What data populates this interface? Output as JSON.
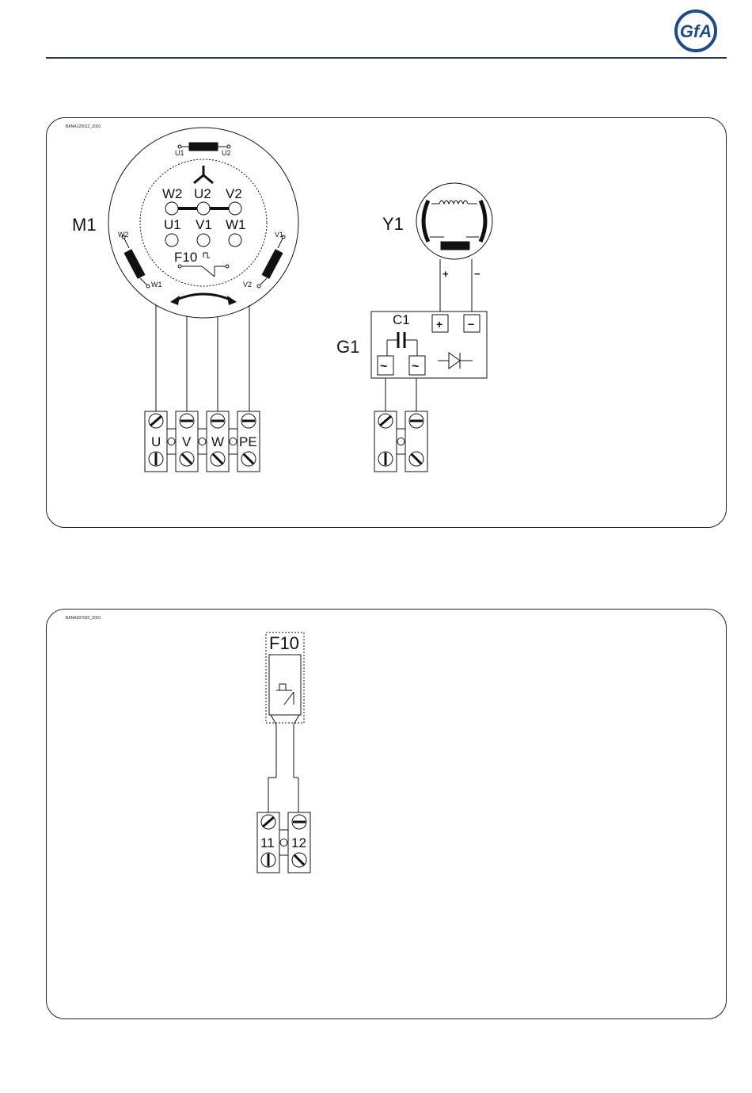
{
  "logo": {
    "text": "GfA",
    "color": "#1e4a86"
  },
  "panel1": {
    "drawing_code": "BANA120012_Z001",
    "motor": {
      "label": "M1",
      "winding_top": {
        "a": "U1",
        "b": "U2"
      },
      "winding_left": {
        "a": "W2",
        "b": "W1"
      },
      "winding_right": {
        "a": "V1",
        "b": "V2"
      },
      "row_top": [
        "W2",
        "U2",
        "V2"
      ],
      "row_bottom": [
        "U1",
        "V1",
        "W1"
      ],
      "thermal": "F10"
    },
    "motor_terminals": [
      "U",
      "V",
      "W",
      "PE"
    ],
    "brake": {
      "label": "Y1",
      "plus": "+",
      "minus": "−"
    },
    "rectifier": {
      "label": "G1",
      "capacitor": "C1",
      "plus": "+",
      "minus": "−",
      "ac": "~"
    }
  },
  "panel2": {
    "drawing_code": "BANA007002_Z001",
    "thermal": "F10",
    "terminals": [
      "11",
      "12"
    ]
  }
}
